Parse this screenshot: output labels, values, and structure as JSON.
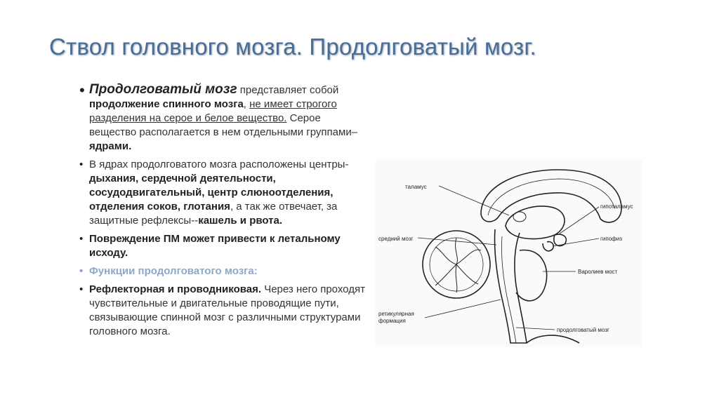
{
  "title": "Ствол головного мозга. Продолговатый мозг.",
  "bullets": {
    "b1": {
      "lead": "Продолговатый мозг",
      "t1": " представляет собой ",
      "bold1": "продолжение спинного мозга",
      "t2": ", ",
      "underline": "не имеет строгого разделения на серое и белое вещество.",
      "t3": " Серое вещество располагается в нем отдельными группами– ",
      "bold2": "ядрами."
    },
    "b2": {
      "t1": "В ядрах продолговатого мозга расположены центры-",
      "bold1": "дыхания, сердечной деятельности, сосудодвигательный, центр слюноотделения, отделения соков, глотания",
      "t2": ", а так же отвечает, за защитные рефлексы--",
      "bold2": "кашель и рвота."
    },
    "b3": {
      "bold": "Повреждение ПМ может привести к летальному исходу."
    },
    "b4": {
      "text": "Функции продолговатого мозга:"
    },
    "b5": {
      "bold": "Рефлекторная и проводниковая.",
      "t1": " Через него проходят чувствительные и двигательные проводящие пути, связывающие спинной мозг с различными структурами головного мозга."
    }
  },
  "figure": {
    "labels": {
      "thalamus": "таламус",
      "hypothalamus": "гипоталамус",
      "hypophysis": "гипофиз",
      "midbrain": "средний мозг",
      "pons": "Варолиев мост",
      "reticular_1": "ретикулярная",
      "reticular_2": "формация",
      "medulla": "продолговатый мозг"
    }
  }
}
